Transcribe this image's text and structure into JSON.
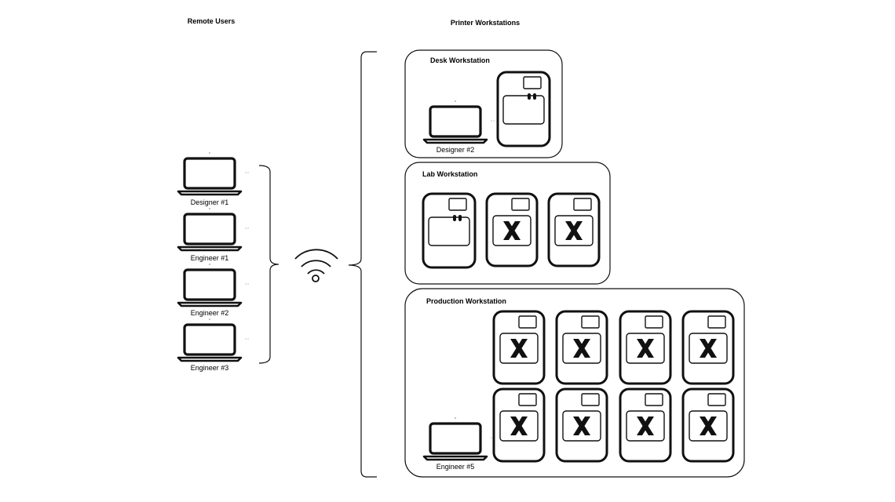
{
  "headers": {
    "remote_users": "Remote Users",
    "printer_workstations": "Printer Workstations"
  },
  "remote_users": [
    {
      "label": "Designer #1"
    },
    {
      "label": "Engineer #1"
    },
    {
      "label": "Engineer #2"
    },
    {
      "label": "Engineer #3"
    }
  ],
  "connection_icon": "wifi-icon",
  "workstations": [
    {
      "title": "Desk Workstation",
      "laptop_label": "Designer #2",
      "printers": [
        "desktop-printer"
      ]
    },
    {
      "title": "Lab Workstation",
      "printers": [
        "desktop-printer",
        "x-printer",
        "x-printer"
      ]
    },
    {
      "title": "Production Workstation",
      "laptop_label": "Engineer #5",
      "printers": [
        "x-printer",
        "x-printer",
        "x-printer",
        "x-printer",
        "x-printer",
        "x-printer",
        "x-printer",
        "x-printer"
      ],
      "printer_logo": "X"
    }
  ],
  "colors": {
    "stroke": "#111111",
    "background": "#ffffff"
  }
}
